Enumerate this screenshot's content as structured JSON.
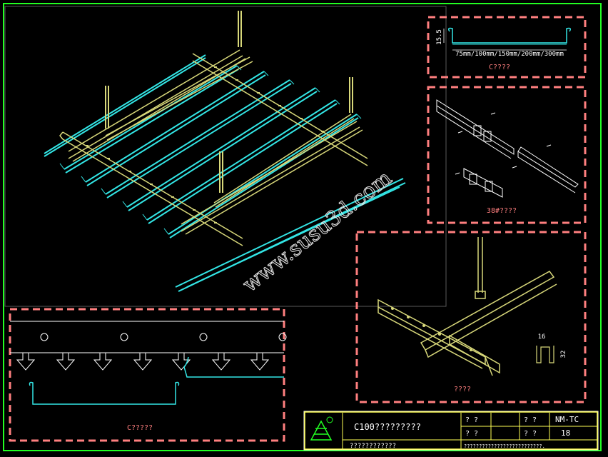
{
  "watermark": "www.susu3d.com",
  "details": {
    "profile_section": {
      "dim_height": "15.5",
      "dim_widths": "75mm/100mm/150mm/200mm/300mm",
      "caption": "C????"
    },
    "keel_parts": {
      "caption": "38#????"
    },
    "hanger_joint": {
      "caption": "????",
      "dim_width": "16",
      "dim_height": "32"
    },
    "carrier_elevation": {
      "caption": "C?????"
    }
  },
  "title_block": {
    "drawing_title": "C100?????????",
    "subtitle": "????????????",
    "small_notes": "??????????????????????????.",
    "cell_a1": "?  ?",
    "cell_a2": "?  ?",
    "cell_b1": "?  ?",
    "cell_b2": "?  ?",
    "code": "NM-TC",
    "sheet_number": "18"
  },
  "colors": {
    "frame": "#22ff22",
    "dashed_box": "#ff7f7f",
    "metal": "#d8d87a",
    "panel": "#33e6e6",
    "caption": "#ff7f7f",
    "text": "#ffffff"
  }
}
